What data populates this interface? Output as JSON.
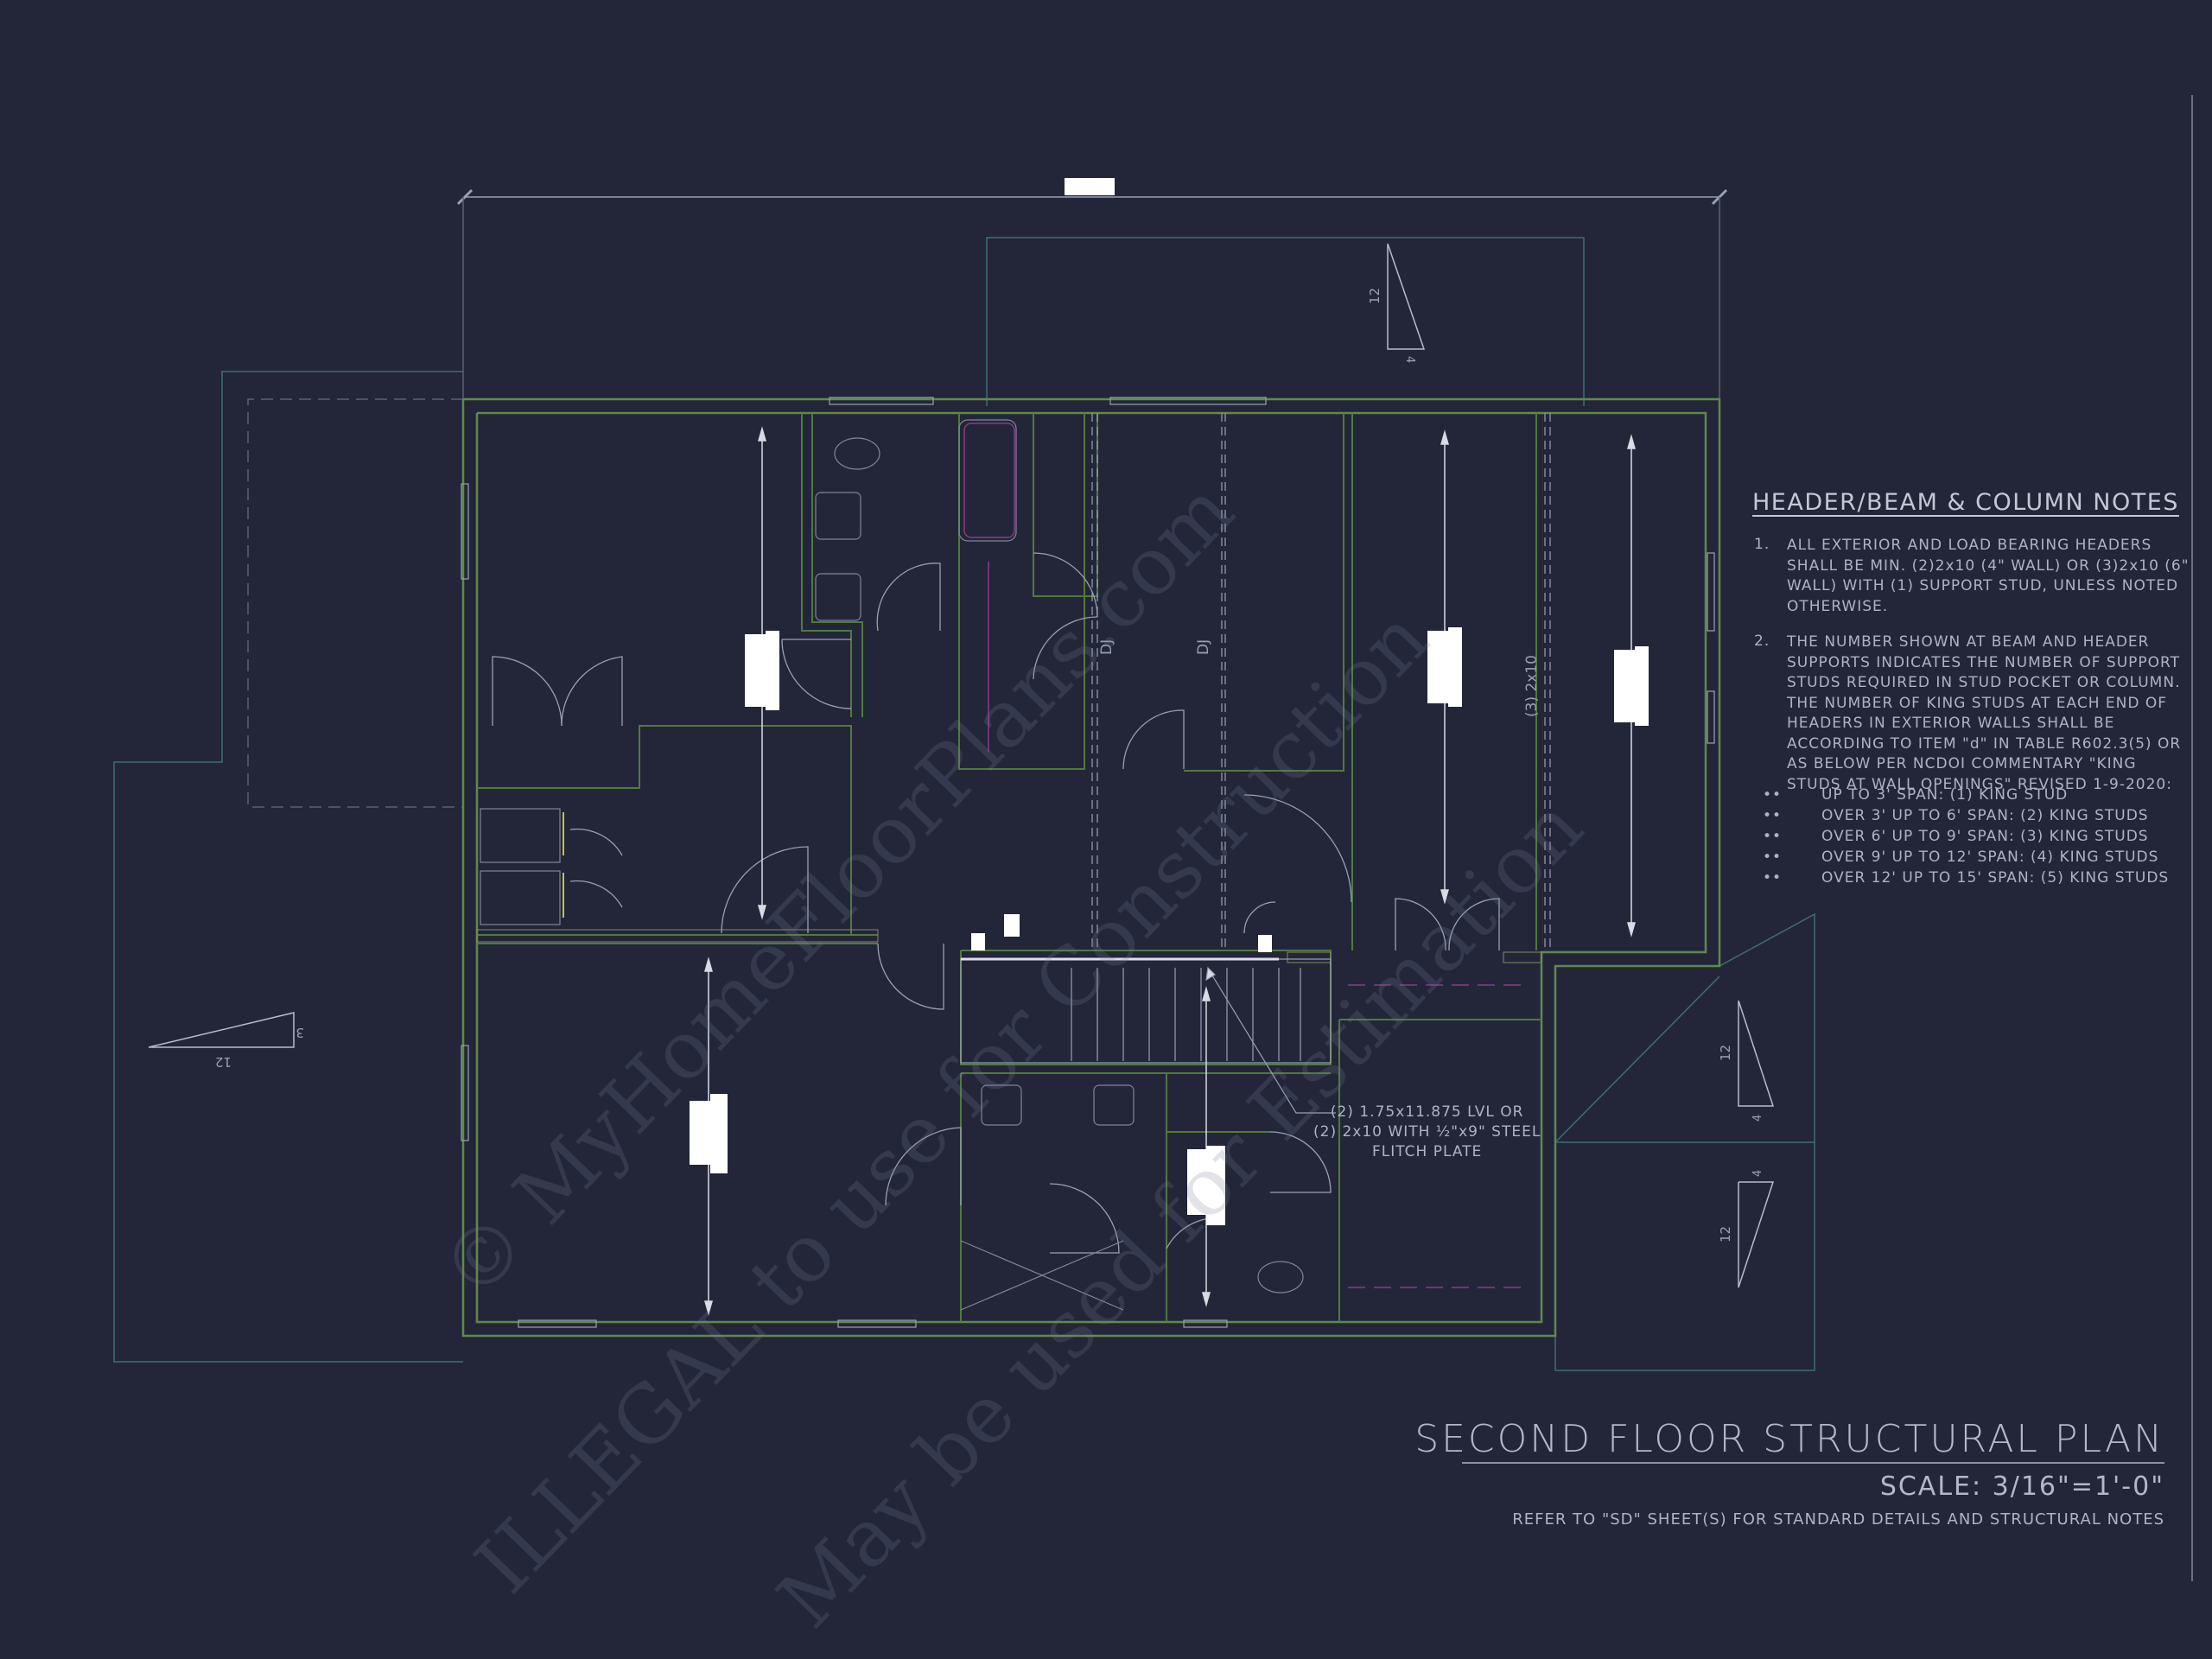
{
  "header_notes": {
    "title": "HEADER/BEAM & COLUMN NOTES",
    "notes": [
      {
        "num": "1.",
        "text": "ALL EXTERIOR AND LOAD BEARING HEADERS SHALL BE MIN. (2)2x10 (4\" WALL) OR (3)2x10 (6\" WALL) WITH (1) SUPPORT STUD, UNLESS NOTED OTHERWISE."
      },
      {
        "num": "2.",
        "text": "THE NUMBER SHOWN AT BEAM AND HEADER SUPPORTS INDICATES THE NUMBER OF SUPPORT STUDS REQUIRED IN STUD POCKET OR COLUMN. THE NUMBER OF KING STUDS AT EACH END OF HEADERS IN EXTERIOR WALLS SHALL BE ACCORDING TO ITEM \"d\" IN TABLE R602.3(5) OR AS BELOW PER NCDOI COMMENTARY \"KING STUDS AT WALL OPENINGS\" REVISED 1-9-2020:"
      }
    ],
    "bullets": [
      {
        "mark": "••",
        "text": "UP TO 3' SPAN: (1) KING STUD"
      },
      {
        "mark": "••",
        "text": "OVER 3' UP TO 6' SPAN: (2) KING STUDS"
      },
      {
        "mark": "••",
        "text": "OVER 6' UP TO 9' SPAN: (3) KING STUDS"
      },
      {
        "mark": "••",
        "text": "OVER 9' UP TO 12' SPAN: (4) KING STUDS"
      },
      {
        "mark": "••",
        "text": "OVER 12' UP TO 15' SPAN: (5) KING STUDS"
      }
    ]
  },
  "plan": {
    "title": "SECOND FLOOR STRUCTURAL PLAN",
    "scale": "SCALE: 3/16\"=1'-0\"",
    "refer": "REFER TO \"SD\" SHEET(S) FOR STANDARD DETAILS AND STRUCTURAL NOTES",
    "beam_note": "(2) 1.75x11.875 LVL OR\n(2) 2x10 WITH ½\"x9\" STEEL\nFLITCH PLATE",
    "joist_labels": [
      "DJ",
      "DJ",
      "(3) 2x10"
    ],
    "roof_pitches": [
      {
        "rise": "12",
        "run": "4"
      },
      {
        "rise": "3",
        "run": "12"
      },
      {
        "rise": "12",
        "run": "4"
      },
      {
        "rise": "12",
        "run": "4"
      }
    ]
  },
  "watermark": {
    "line1": "© MyHomeFloorPlans.com",
    "line2": "ILLEGAL to use for Construction",
    "line3": "May be used for Estimation"
  },
  "colors": {
    "background": "#232639",
    "wall": "#5f8a4a",
    "line": "#9aa0b4",
    "accent_magenta": "#8a3a8a",
    "accent_yellow": "#c8c23a"
  }
}
